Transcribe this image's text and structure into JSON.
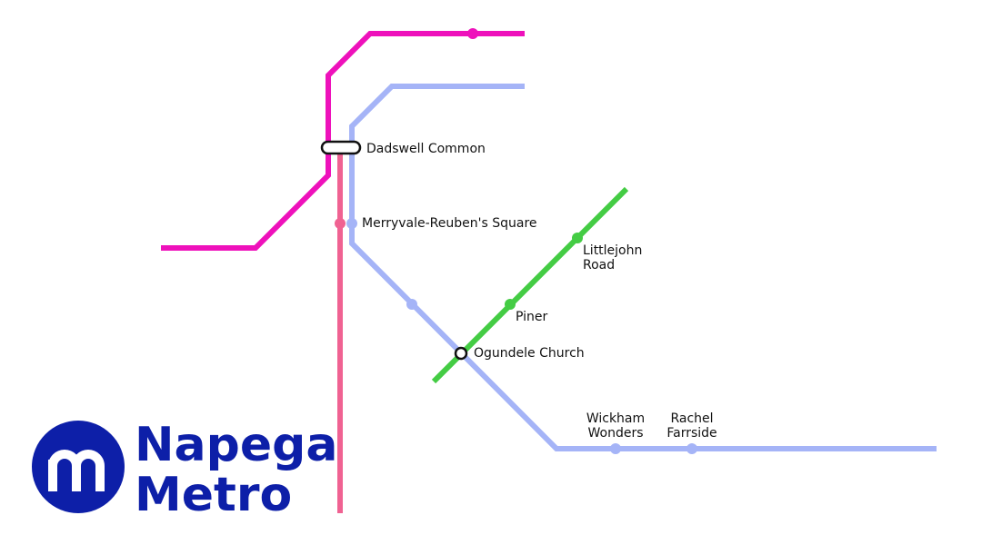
{
  "colors": {
    "magenta_line": "#ee11bb",
    "pink_line": "#f06292",
    "blue_line": "#a5b4f7",
    "green_line": "#44cc44",
    "brand_blue": "#0d1fa8",
    "interchange_fill": "#ffffff",
    "interchange_stroke": "#111111"
  },
  "brand": {
    "name_line1": "Napega",
    "name_line2": "Metro",
    "logo_icon": "metro-m-roundel-icon"
  },
  "stations": {
    "dadswell_common": {
      "label": "Dadswell Common",
      "type": "interchange"
    },
    "merryvale": {
      "label": "Merryvale-Reuben's Square",
      "type": "stop"
    },
    "littlejohn_road": {
      "label_line1": "Littlejohn",
      "label_line2": "Road",
      "type": "stop"
    },
    "piner": {
      "label": "Piner",
      "type": "stop"
    },
    "ogundele_church": {
      "label": "Ogundele Church",
      "type": "interchange"
    },
    "wickham_wonders": {
      "label_line1": "Wickham",
      "label_line2": "Wonders",
      "type": "stop"
    },
    "rachel_farrside": {
      "label_line1": "Rachel",
      "label_line2": "Farrside",
      "type": "stop"
    }
  }
}
